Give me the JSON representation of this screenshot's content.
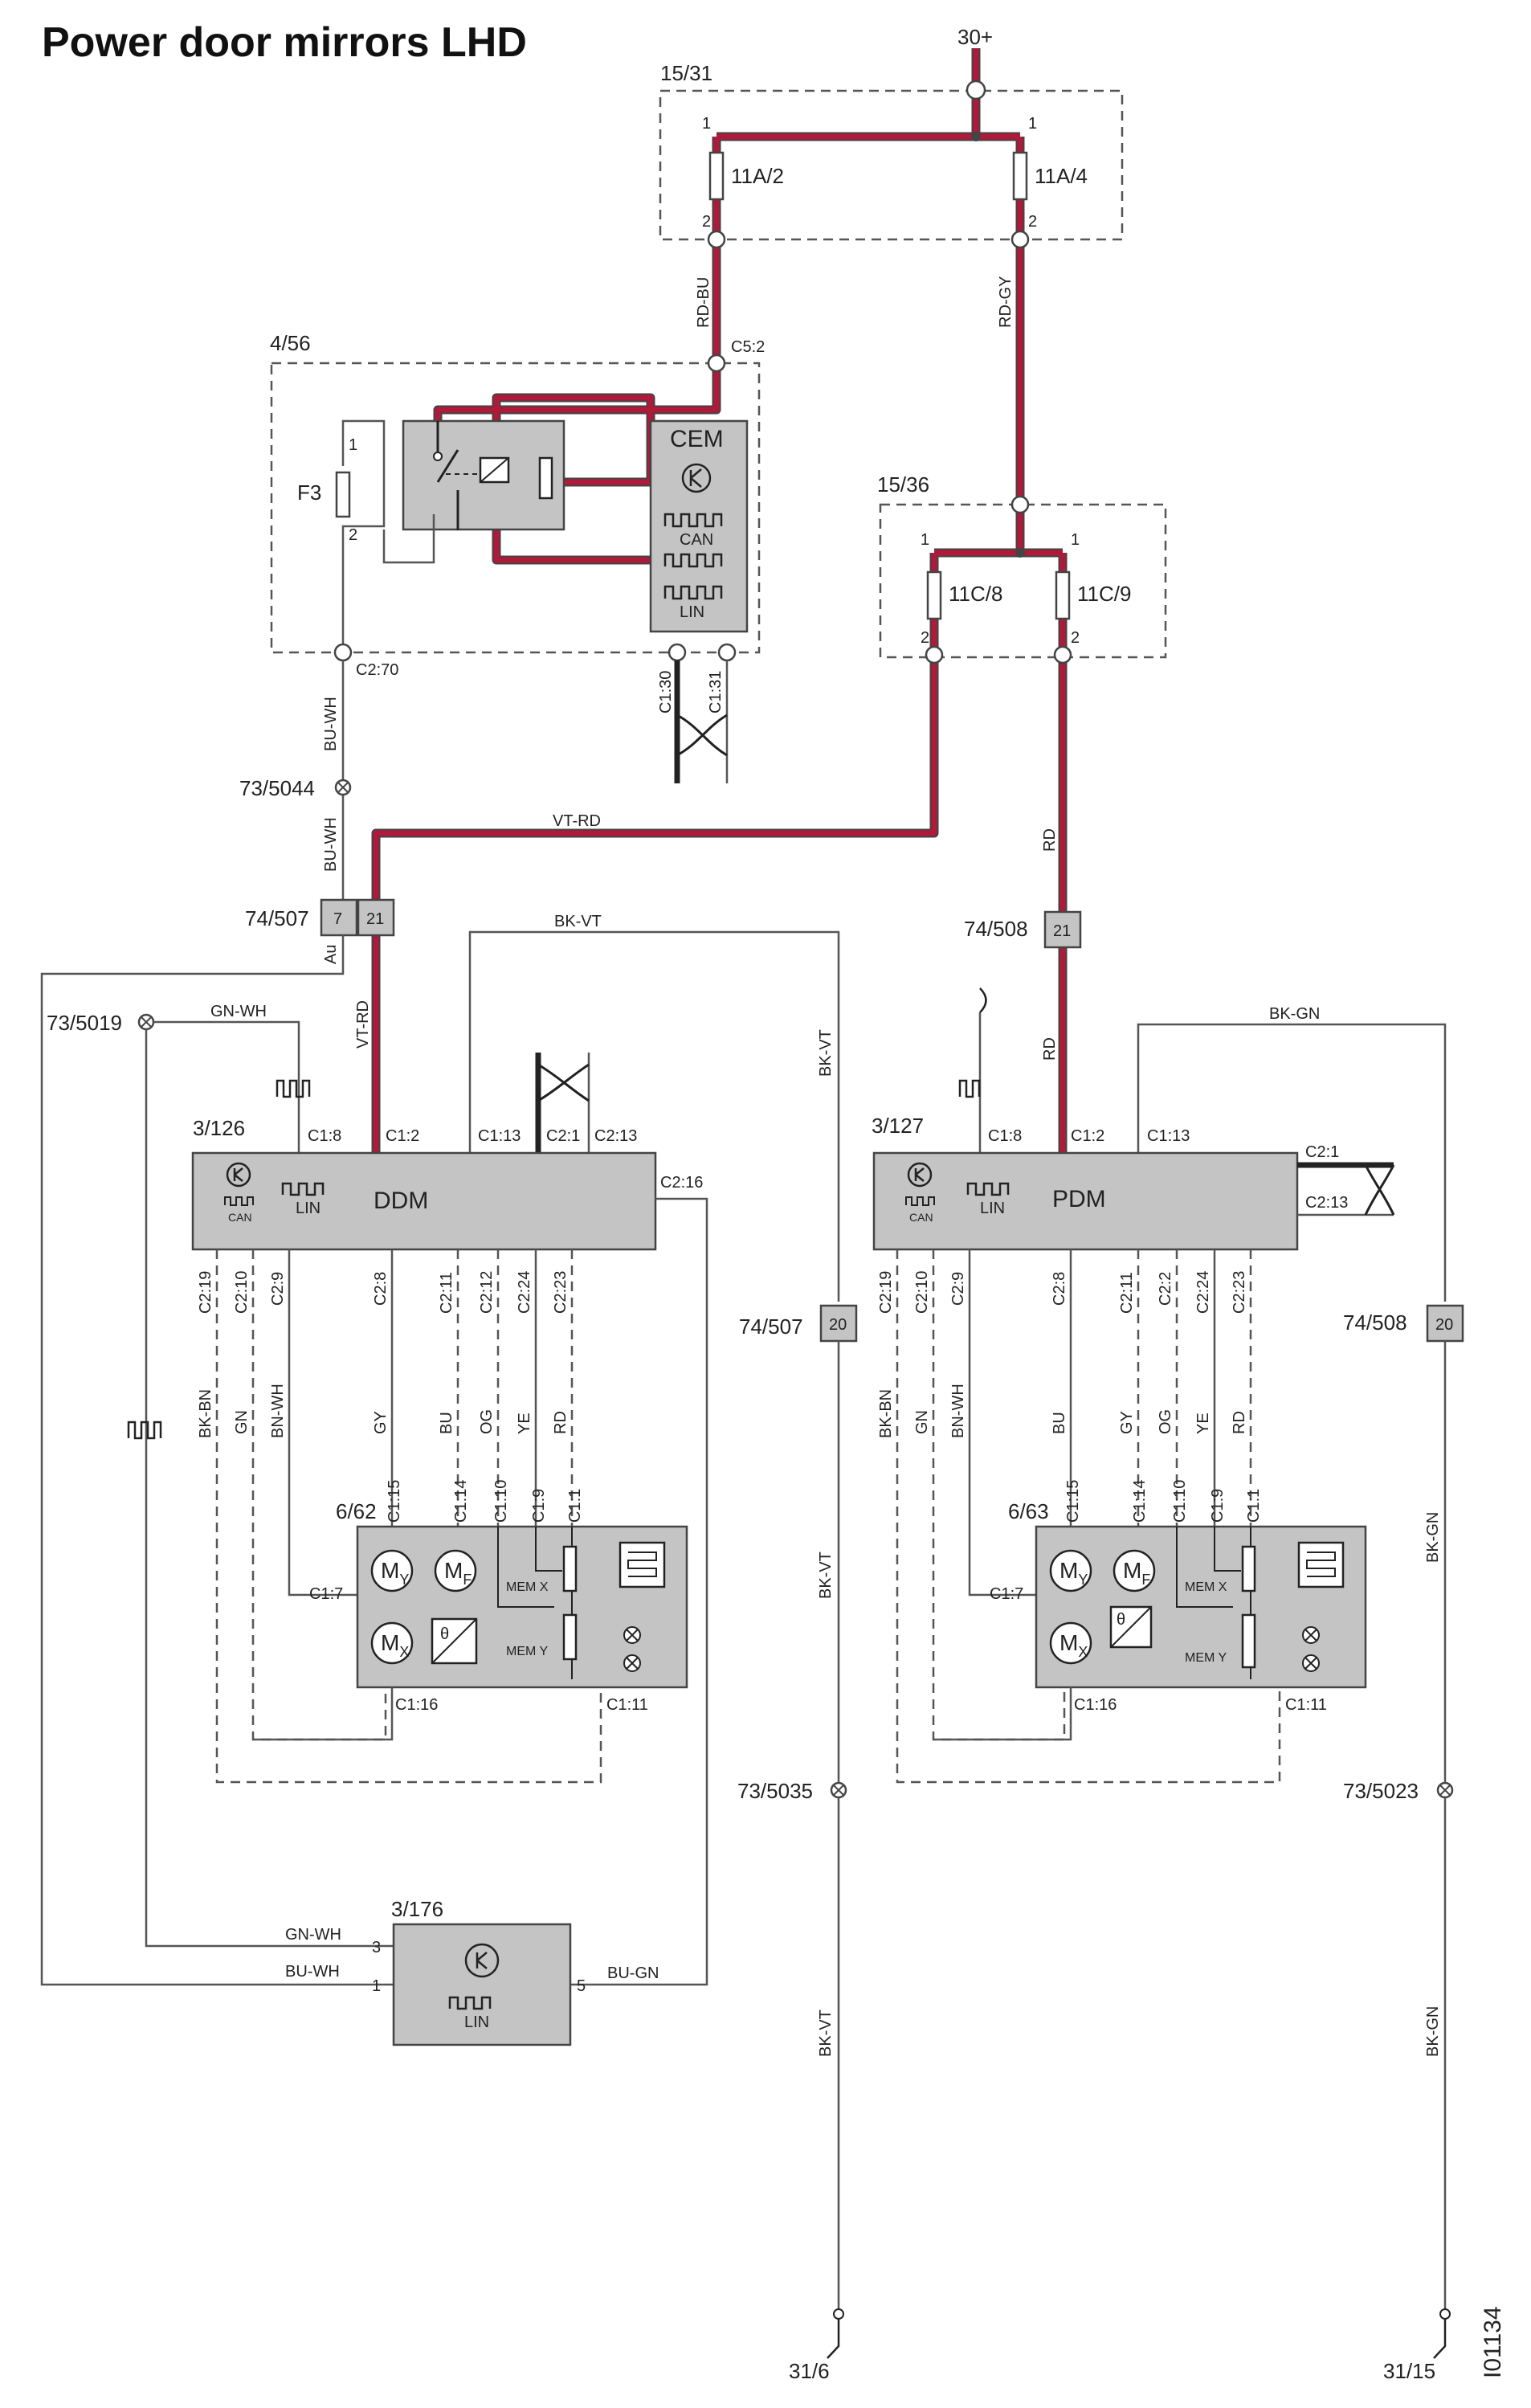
{
  "title": "Power door mirrors LHD",
  "doc_id": "I01134",
  "power": {
    "supply": "30+",
    "fusebox_a": "15/31",
    "fuse_1": "11A/2",
    "fuse_2": "11A/4",
    "fusebox_b": "15/36",
    "fuse_3": "11C/8",
    "fuse_4": "11C/9"
  },
  "cem": {
    "box": "4/56",
    "name": "CEM",
    "fuse": "F3",
    "c5_2": "C5:2",
    "c2_70": "C2:70",
    "c1_30": "C1:30",
    "c1_31": "C1:31",
    "can": "CAN",
    "lin": "LIN"
  },
  "wires": {
    "rd_bu": "RD-BU",
    "rd_gy": "RD-GY",
    "bu_wh": "BU-WH",
    "vt_rd": "VT-RD",
    "rd": "RD",
    "bk_vt": "BK-VT",
    "bk_gn": "BK-GN",
    "gn_wh": "GN-WH",
    "au": "Au",
    "bu_gn": "BU-GN",
    "bk_bn": "BK-BN",
    "gn": "GN",
    "bn_wh": "BN-WH",
    "gy": "GY",
    "bu": "BU",
    "og": "OG",
    "ye": "YE"
  },
  "splices": {
    "s5044": "73/5044",
    "s5019": "73/5019",
    "s5035": "73/5035",
    "s5023": "73/5023"
  },
  "connectors": {
    "c507": "74/507",
    "c508": "74/508",
    "p7": "7",
    "p21": "21",
    "p20": "20"
  },
  "ddm": {
    "id": "3/126",
    "name": "DDM",
    "lin": "LIN",
    "can": "CAN",
    "pins_top": [
      "C1:8",
      "C1:2",
      "C1:13",
      "C2:1",
      "C2:13"
    ],
    "c2_16": "C2:16",
    "pins_bottom": [
      "C2:19",
      "C2:10",
      "C2:9",
      "C2:8",
      "C2:11",
      "C2:12",
      "C2:24",
      "C2:23"
    ]
  },
  "pdm": {
    "id": "3/127",
    "name": "PDM",
    "lin": "LIN",
    "can": "CAN",
    "pins_top": [
      "C1:8",
      "C1:2",
      "C1:13"
    ],
    "c2_1": "C2:1",
    "c2_13": "C2:13",
    "pins_bottom": [
      "C2:19",
      "C2:10",
      "C2:9",
      "C2:8",
      "C2:11",
      "C2:2",
      "C2:24",
      "C2:23"
    ]
  },
  "mirror_left": {
    "id": "6/62",
    "pins_top": [
      "C1:15",
      "C1:14",
      "C1:10",
      "C1:9",
      "C1:1"
    ],
    "c1_7": "C1:7",
    "c1_16": "C1:16",
    "c1_11": "C1:11",
    "my": "M",
    "my_sub": "Y",
    "mf": "M",
    "mf_sub": "F",
    "mx": "M",
    "mx_sub": "X",
    "theta": "θ",
    "mem_x": "MEM X",
    "mem_y": "MEM Y"
  },
  "mirror_right": {
    "id": "6/63",
    "pins_top": [
      "C1:15",
      "C1:14",
      "C1:10",
      "C1:9",
      "C1:1"
    ],
    "c1_7": "C1:7",
    "c1_16": "C1:16",
    "c1_11": "C1:11",
    "my": "M",
    "my_sub": "Y",
    "mf": "M",
    "mf_sub": "F",
    "mx": "M",
    "mx_sub": "X",
    "theta": "θ",
    "mem_x": "MEM X",
    "mem_y": "MEM Y"
  },
  "module_176": {
    "id": "3/176",
    "lin": "LIN",
    "p3": "3",
    "p1": "1",
    "p5": "5"
  },
  "grounds": {
    "g1": "31/6",
    "g2": "31/15"
  },
  "fuse_pins": {
    "p1": "1",
    "p2": "2"
  }
}
